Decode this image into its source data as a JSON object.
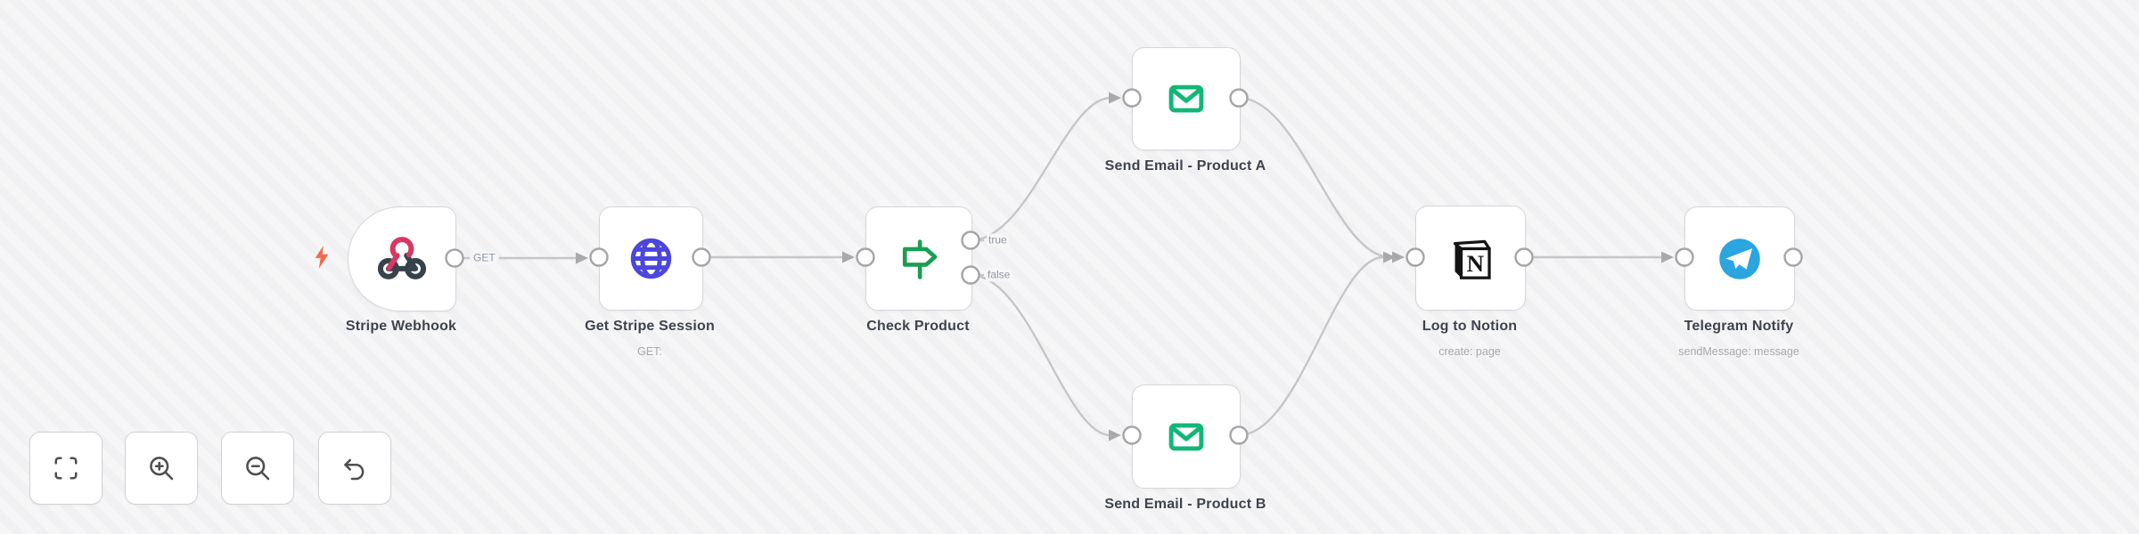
{
  "workflow": {
    "nodes": [
      {
        "id": "stripe-webhook",
        "label": "Stripe Webhook",
        "icon": "webhook-icon"
      },
      {
        "id": "get-stripe-session",
        "label": "Get Stripe Session",
        "subtitle": "GET:",
        "icon": "globe-icon"
      },
      {
        "id": "check-product",
        "label": "Check Product",
        "icon": "signpost-icon",
        "outputs": {
          "true_label": "true",
          "false_label": "false"
        }
      },
      {
        "id": "send-email-a",
        "label": "Send Email - Product A",
        "icon": "email-icon"
      },
      {
        "id": "send-email-b",
        "label": "Send Email - Product B",
        "icon": "email-icon"
      },
      {
        "id": "log-to-notion",
        "label": "Log to Notion",
        "subtitle": "create: page",
        "icon": "notion-icon"
      },
      {
        "id": "telegram-notify",
        "label": "Telegram Notify",
        "subtitle": "sendMessage: message",
        "icon": "telegram-icon"
      }
    ],
    "edge_labels": {
      "webhook_output": "GET",
      "if_true": "true",
      "if_false": "false"
    }
  },
  "icons": {
    "notion_letter": "N"
  },
  "toolbar": {
    "buttons": [
      "fit-view",
      "zoom-in",
      "zoom-out",
      "undo"
    ]
  },
  "colors": {
    "canvas_bg": "#f6f6f7",
    "canvas_stripe": "#f1f1f3",
    "node_bg": "#ffffff",
    "node_border": "#d7d7d9",
    "edge": "#c6c6c8",
    "arrow": "#a9a9ab",
    "port_stroke": "#a5a5a7",
    "title_text": "#3e434d",
    "subtitle_text": "#a7a9ad",
    "edge_label_text": "#8f97a5",
    "bolt_orange": "#f4694e",
    "webhook_pink": "#d63864",
    "webhook_dark": "#37424a",
    "globe_indigo": "#4c46dc",
    "signpost_green": "#1a9e55",
    "email_green": "#12b778",
    "notion_black": "#141414",
    "telegram_blue": "#2ba5e0",
    "toolbar_icon": "#4f4f52"
  }
}
